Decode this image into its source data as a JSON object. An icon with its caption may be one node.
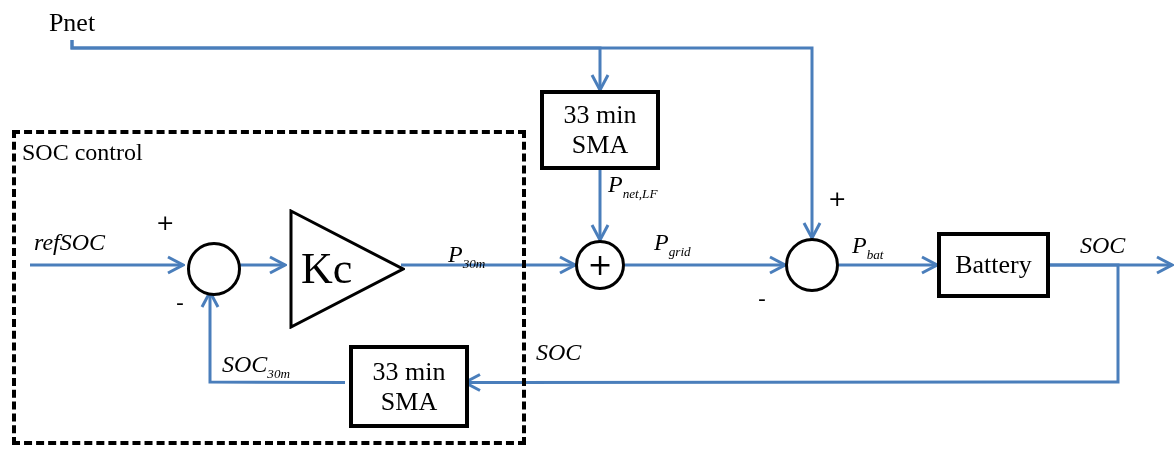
{
  "diagram": {
    "nodes": [
      {
        "text": [
          "SOC control"
        ]
      },
      {
        "text": [
          "Pnet"
        ]
      },
      {
        "text": [
          "33 min SMA"
        ]
      },
      {
        "text": [],
        "shape": "circle",
        "in": 0
      },
      {
        "text": [
          "Kc"
        ],
        "in": 0
      },
      {
        "text": [
          "+"
        ]
      },
      {
        "text": [],
        "shape": "circle"
      },
      {
        "text": [
          "Battery"
        ]
      },
      {
        "text": [
          "33 min SMA"
        ],
        "in": 0
      }
    ],
    "edges": [
      {
        "from": null,
        "to": 3,
        "arrow": "to",
        "label": "refSOC"
      },
      {
        "from": 3,
        "to": 4,
        "arrow": "to"
      },
      {
        "from": 4,
        "to": 5,
        "arrow": "to",
        "label": "P$_{30m}$"
      },
      {
        "from": 2,
        "to": 5,
        "arrow": "to",
        "label": "P$_{net,LF}$"
      },
      {
        "from": 1,
        "to": 2,
        "arrow": "to"
      },
      {
        "from": 1,
        "to": 6,
        "arrow": "to"
      },
      {
        "from": 5,
        "to": 6,
        "arrow": "to",
        "label": "P$_{grid}$"
      },
      {
        "from": 6,
        "to": 7,
        "arrow": "to",
        "label": "P$_{bat}$"
      },
      {
        "from": 7,
        "to": null,
        "arrow": "to",
        "label": "SOC"
      },
      {
        "from": 7,
        "to": 8,
        "arrow": "to",
        "label": "SOC"
      },
      {
        "from": 8,
        "to": 3,
        "arrow": "to",
        "label": "SOC$_{30m}$"
      }
    ],
    "labels": [
      "+",
      "-",
      "+",
      "-"
    ]
  }
}
